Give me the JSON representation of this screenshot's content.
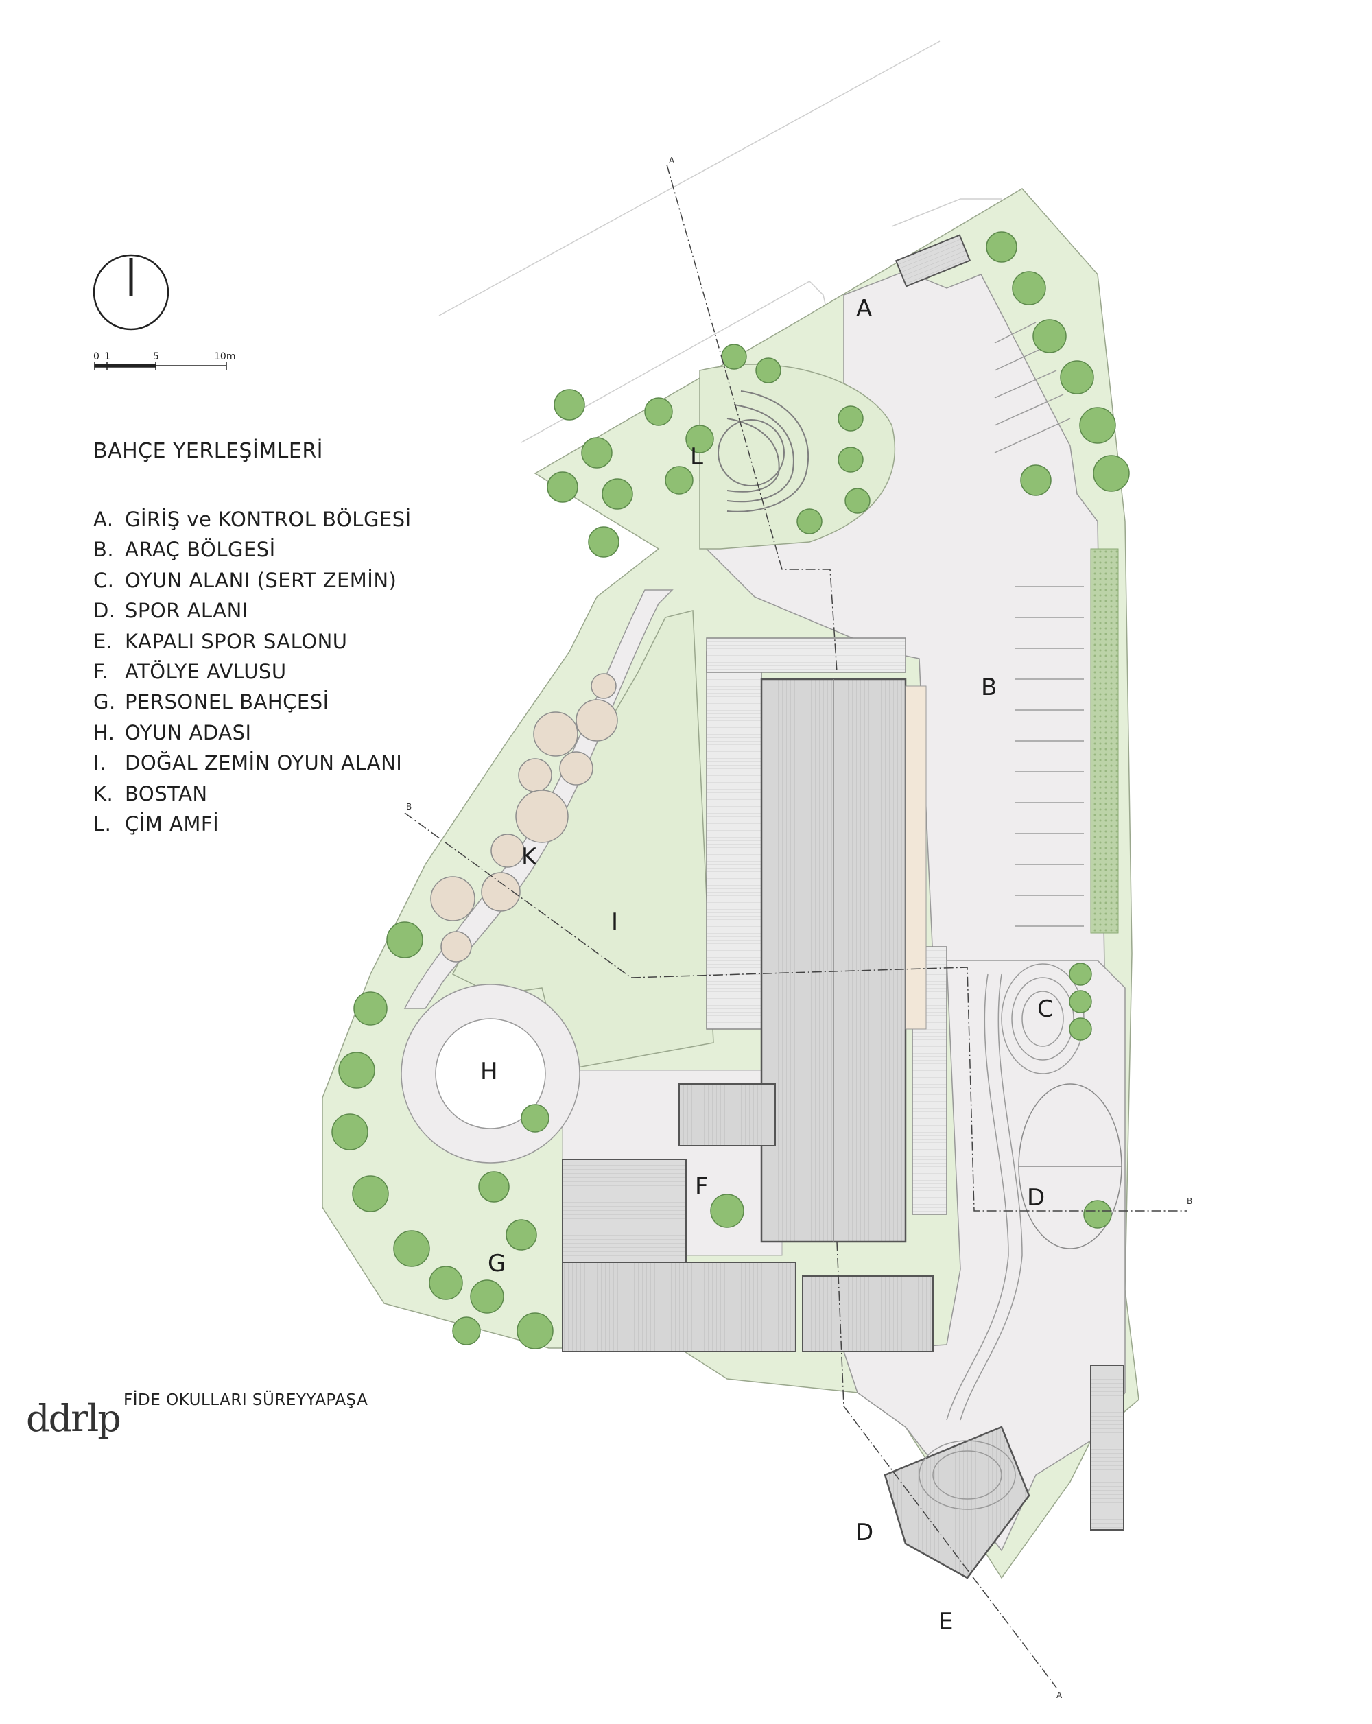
{
  "legend": {
    "title": "BAHÇE YERLEŞİMLERİ",
    "items": [
      {
        "code": "A.",
        "label": "GİRİŞ ve KONTROL BÖLGESİ"
      },
      {
        "code": "B.",
        "label": "ARAÇ BÖLGESİ"
      },
      {
        "code": "C.",
        "label": "OYUN ALANI (SERT ZEMİN)"
      },
      {
        "code": "D.",
        "label": "SPOR ALANI"
      },
      {
        "code": "E.",
        "label": "KAPALI SPOR SALONU"
      },
      {
        "code": "F.",
        "label": "ATÖLYE AVLUSU"
      },
      {
        "code": "G.",
        "label": "PERSONEL BAHÇESİ"
      },
      {
        "code": "H.",
        "label": "OYUN ADASI"
      },
      {
        "code": "I.",
        "label": "DOĞAL ZEMİN OYUN ALANI"
      },
      {
        "code": "K.",
        "label": "BOSTAN"
      },
      {
        "code": "L.",
        "label": "ÇİM AMFİ"
      }
    ]
  },
  "scale": {
    "labels": [
      "0",
      "1",
      "5",
      "10m"
    ]
  },
  "zones": {
    "a": "A",
    "b": "B",
    "c": "C",
    "d1": "D",
    "d2": "D",
    "e": "E",
    "f": "F",
    "g": "G",
    "h": "H",
    "i": "I",
    "k": "K",
    "l": "L"
  },
  "section_marks": {
    "a": "A",
    "b": "B"
  },
  "footer": {
    "brand": "ddrlp",
    "project": "FİDE OKULLARI SÜREYYAPAŞA"
  },
  "colors": {
    "lawn": "#e4efd8",
    "paving": "#efedee",
    "building": "#d9d9d9",
    "tree": "#8fbf73",
    "garden_bed": "#e8dccd",
    "deck": "#f2e7d8"
  }
}
